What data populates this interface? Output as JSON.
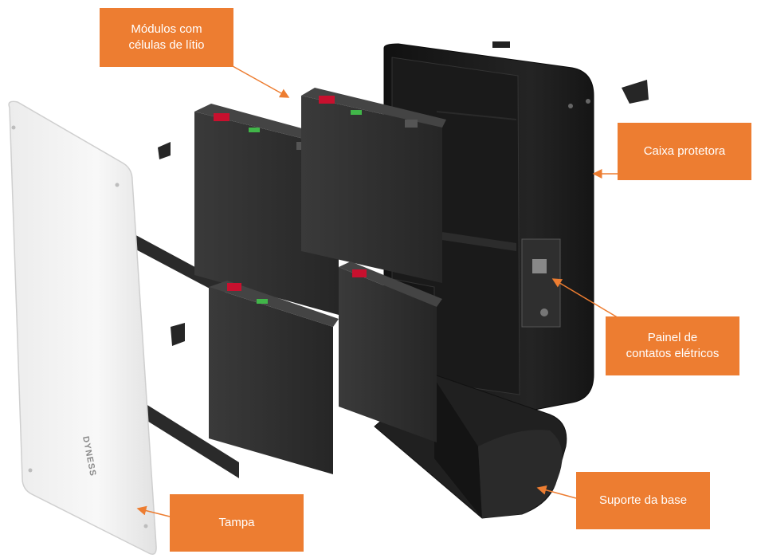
{
  "callouts": {
    "modulos": "Módulos com\ncélulas de lítio",
    "caixa": "Caixa protetora",
    "painel": "Painel de\ncontatos elétricos",
    "suporte": "Suporte da base",
    "tampa": "Tampa"
  },
  "product": {
    "cover_logo": "DYNESS"
  },
  "colors": {
    "callout": "#ed7d31",
    "arrow": "#ed7d31",
    "cover": "#f4f4f4",
    "module": "#2e2e2e",
    "cabinet": "#1c1c1c",
    "terminal_red": "#c8102e"
  }
}
